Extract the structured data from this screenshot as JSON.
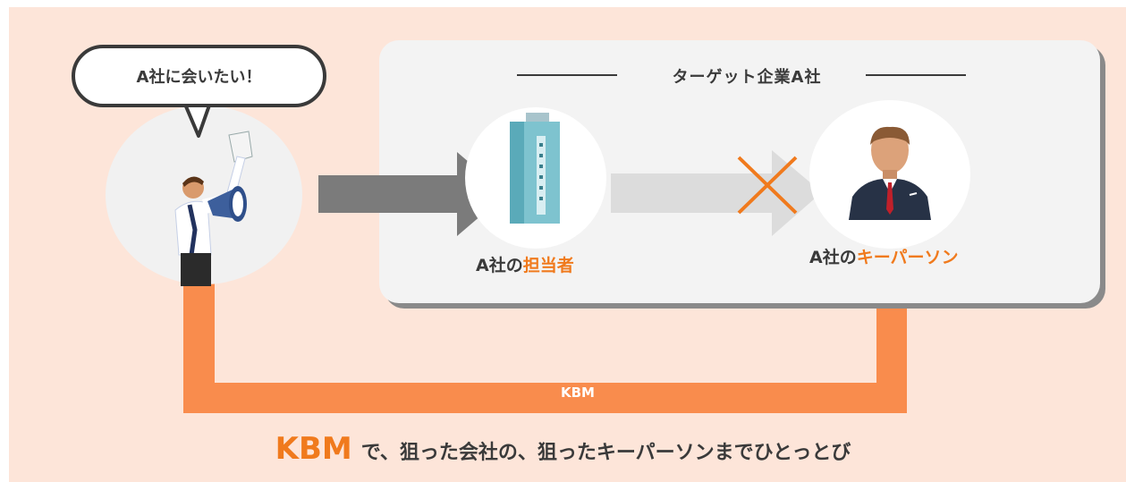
{
  "speech_bubble": {
    "text": "A社に会いたい！"
  },
  "target_panel": {
    "title": "ターゲット企業A社"
  },
  "contact": {
    "prefix": "A社の",
    "highlight": "担当者"
  },
  "key_person": {
    "prefix": "A社の",
    "highlight": "キーパーソン"
  },
  "route": {
    "label": "KBM"
  },
  "tagline": {
    "brand": "KBM",
    "text": "で、狙った会社の、狙ったキーパーソンまでひとっとび"
  },
  "colors": {
    "accent": "#f07a1d",
    "route": "#f98c4d",
    "background": "#fde5d9",
    "blocked_arrow": "#dcdcdc",
    "main_arrow": "#7b7b7b"
  },
  "icons": {
    "salesperson": "megaphone-person-icon",
    "building": "office-building-icon",
    "key_person": "businessman-icon",
    "blocked": "cross-icon"
  }
}
